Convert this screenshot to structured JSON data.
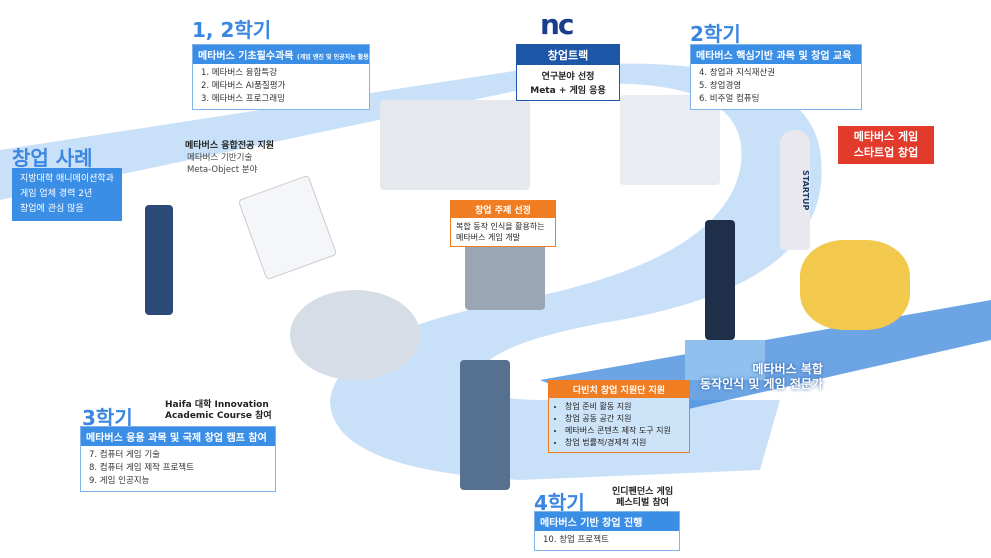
{
  "logo": "nc",
  "track": {
    "title": "창업트랙",
    "line1": "연구분야 선정",
    "line2": "Meta + 게임 응용"
  },
  "case": {
    "title": "창업 사례",
    "lines": [
      "지방대학 애니메이션학과",
      "게임 업체 경력 2년",
      "창업에 관심 많음"
    ]
  },
  "sem12": {
    "title": "1, 2학기",
    "header": "메타버스 기초필수과목",
    "header_note": "(게임 엔진 및 인공지능 활용)",
    "items": [
      "1. 메타버스 융합특강",
      "2. 메타버스 AI품질평가",
      "3. 메타버스 프로그래밍"
    ]
  },
  "support": {
    "title": "메타버스 융합전공 지원",
    "lines": [
      "메타버스 기반기술",
      "Meta-Object 분야"
    ]
  },
  "sem2": {
    "title": "2학기",
    "header": "메타버스 핵심기반 과목 및 창업 교육",
    "items": [
      "4. 창업과 지식재산권",
      "5. 창업경영",
      "6. 비주얼 컴퓨팅"
    ]
  },
  "startup": {
    "line1": "메타버스 게임",
    "line2": "스타트업 창업",
    "rocket": "STARTUP"
  },
  "topic": {
    "header": "창업 주제 선정",
    "body": "복합 동작 인식을 활용하는 메타버스 게임 개발"
  },
  "expert": {
    "line1": "메타버스 복합",
    "line2": "동작인식 및 게임 전문가"
  },
  "multi": {
    "header": "다빈치 창업 지원단 지원",
    "items": [
      "창업 준비 활동 지원",
      "창업 공동 공간 지원",
      "메타버스 콘텐츠 제작 도구 지원",
      "창업 법률적/경제적 지원"
    ]
  },
  "sem3": {
    "title": "3학기",
    "note1": "Haifa 대학 Innovation",
    "note2": "Academic Course 참여",
    "header": "메타버스 응용 과목 및 국제 창업 캠프 참여",
    "items": [
      "7. 컴퓨터 게임 기술",
      "8. 컴퓨터 게임 제작 프로젝트",
      "9. 게임 인공지능"
    ]
  },
  "sem4": {
    "title": "4학기",
    "note1": "인디펜던스 게임",
    "note2": "페스티벌 참여",
    "header": "메타버스 기반 창업 진행",
    "items": [
      "10. 창업 프로젝트"
    ]
  },
  "colors": {
    "blue": "#3b8ee6",
    "orange": "#f07d22",
    "red": "#e23a2b",
    "path": "#bcdaf6"
  }
}
